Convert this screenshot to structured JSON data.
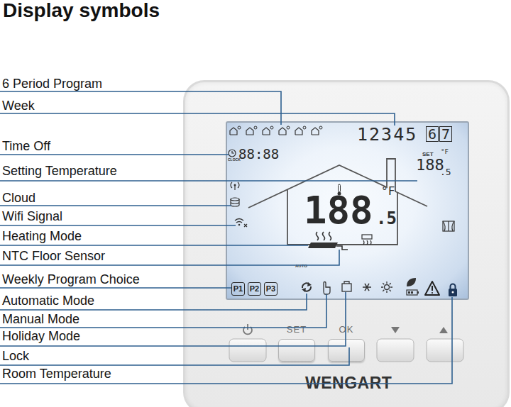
{
  "diagram": {
    "title": "Display symbols",
    "nodes": [
      {
        "text": [
          "WENGART"
        ]
      },
      {
        "text": [
          "12345",
          "88:88",
          "CLOCK",
          "SET",
          "°F",
          "188",
          ".5",
          "°F",
          "188",
          ".5",
          "AUTO"
        ],
        "in": 0
      },
      {
        "text": [
          "6"
        ],
        "in": 1
      },
      {
        "text": [
          "7"
        ],
        "in": 1
      },
      {
        "text": [
          "P1"
        ],
        "in": 1
      },
      {
        "text": [
          "P2"
        ],
        "in": 1
      },
      {
        "text": [
          "P3"
        ],
        "in": 1
      },
      {
        "text": [
          "SET"
        ],
        "in": 0
      },
      {
        "text": [
          "OK"
        ],
        "in": 0
      }
    ],
    "labels": [
      "6 Period Program",
      "Week",
      "Time Off",
      "Setting Temperature",
      "Cloud",
      "Wifi Signal",
      "Heating Mode",
      "NTC Floor Sensor",
      "Weekly Program Choice",
      "Automatic Mode",
      "Manual Mode",
      "Holiday Mode",
      "Lock",
      "Room Temperature"
    ]
  }
}
